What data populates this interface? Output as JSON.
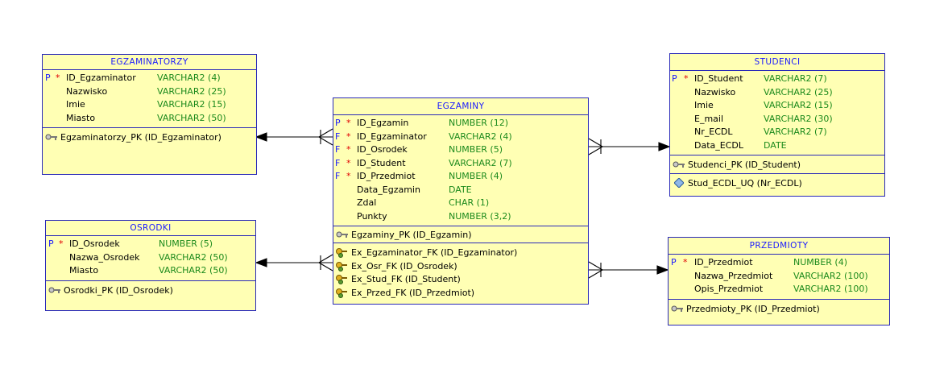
{
  "colors": {
    "border": "#2a2ab8",
    "fill": "#ffffb4",
    "title": "#1a1aff",
    "type": "#1c8a1c",
    "mandatory": "#e00000"
  },
  "entities": {
    "egzaminatorzy": {
      "title": "EGZAMINATORZY",
      "columns": [
        {
          "key": "P",
          "req": "*",
          "name": "ID_Egzaminator",
          "type": "VARCHAR2 (4)"
        },
        {
          "key": "",
          "req": "",
          "name": "Nazwisko",
          "type": "VARCHAR2 (25)"
        },
        {
          "key": "",
          "req": "",
          "name": "Imie",
          "type": "VARCHAR2 (15)"
        },
        {
          "key": "",
          "req": "",
          "name": "Miasto",
          "type": "VARCHAR2 (50)"
        }
      ],
      "pk": "Egzaminatorzy_PK (ID_Egzaminator)"
    },
    "osrodki": {
      "title": "OSRODKI",
      "columns": [
        {
          "key": "P",
          "req": "*",
          "name": "ID_Osrodek",
          "type": "NUMBER (5)"
        },
        {
          "key": "",
          "req": "",
          "name": "Nazwa_Osrodek",
          "type": "VARCHAR2 (50)"
        },
        {
          "key": "",
          "req": "",
          "name": "Miasto",
          "type": "VARCHAR2 (50)"
        }
      ],
      "pk": "Osrodki_PK (ID_Osrodek)"
    },
    "egzaminy": {
      "title": "EGZAMINY",
      "columns": [
        {
          "key": "P",
          "req": "*",
          "name": "ID_Egzamin",
          "type": "NUMBER (12)"
        },
        {
          "key": "F",
          "req": "*",
          "name": "ID_Egzaminator",
          "type": "VARCHAR2 (4)"
        },
        {
          "key": "F",
          "req": "*",
          "name": "ID_Osrodek",
          "type": "NUMBER (5)"
        },
        {
          "key": "F",
          "req": "*",
          "name": "ID_Student",
          "type": "VARCHAR2 (7)"
        },
        {
          "key": "F",
          "req": "*",
          "name": "ID_Przedmiot",
          "type": "NUMBER (4)"
        },
        {
          "key": "",
          "req": "",
          "name": "Data_Egzamin",
          "type": "DATE"
        },
        {
          "key": "",
          "req": "",
          "name": "Zdal",
          "type": "CHAR (1)"
        },
        {
          "key": "",
          "req": "",
          "name": "Punkty",
          "type": "NUMBER (3,2)"
        }
      ],
      "pk": "Egzaminy_PK (ID_Egzamin)",
      "fks": [
        "Ex_Egzaminator_FK (ID_Egzaminator)",
        "Ex_Osr_FK (ID_Osrodek)",
        "Ex_Stud_FK (ID_Student)",
        "Ex_Przed_FK (ID_Przedmiot)"
      ]
    },
    "studenci": {
      "title": "STUDENCI",
      "columns": [
        {
          "key": "P",
          "req": "*",
          "name": "ID_Student",
          "type": "VARCHAR2 (7)"
        },
        {
          "key": "",
          "req": "",
          "name": "Nazwisko",
          "type": "VARCHAR2 (25)"
        },
        {
          "key": "",
          "req": "",
          "name": "Imie",
          "type": "VARCHAR2 (15)"
        },
        {
          "key": "",
          "req": "",
          "name": "E_mail",
          "type": "VARCHAR2 (30)"
        },
        {
          "key": "",
          "req": "",
          "name": "Nr_ECDL",
          "type": "VARCHAR2 (7)"
        },
        {
          "key": "",
          "req": "",
          "name": "Data_ECDL",
          "type": "DATE"
        }
      ],
      "pk": "Studenci_PK (ID_Student)",
      "uk": "Stud_ECDL_UQ (Nr_ECDL)"
    },
    "przedmioty": {
      "title": "PRZEDMIOTY",
      "columns": [
        {
          "key": "P",
          "req": "*",
          "name": "ID_Przedmiot",
          "type": "NUMBER (4)"
        },
        {
          "key": "",
          "req": "",
          "name": "Nazwa_Przedmiot",
          "type": "VARCHAR2 (100)"
        },
        {
          "key": "",
          "req": "",
          "name": "Opis_Przedmiot",
          "type": "VARCHAR2 (100)"
        }
      ],
      "pk": "Przedmioty_PK (ID_Przedmiot)"
    }
  }
}
